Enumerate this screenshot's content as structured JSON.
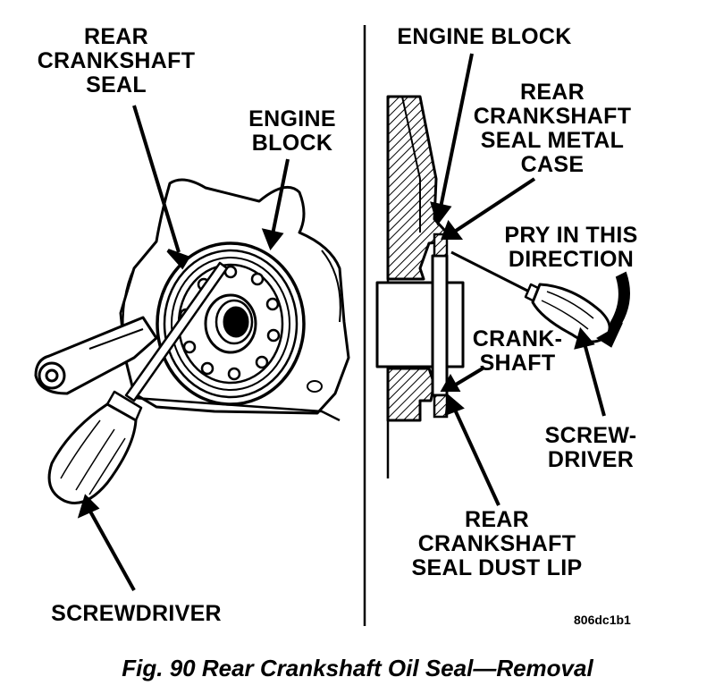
{
  "left_panel": {
    "rear_seal_label": [
      "REAR",
      "CRANKSHAFT",
      "SEAL"
    ],
    "engine_block_label": [
      "ENGINE",
      "BLOCK"
    ],
    "screwdriver_label": "SCREWDRIVER"
  },
  "right_panel": {
    "engine_block_label": "ENGINE BLOCK",
    "metal_case_label": [
      "REAR",
      "CRANKSHAFT",
      "SEAL METAL",
      "CASE"
    ],
    "pry_label": [
      "PRY IN THIS",
      "DIRECTION"
    ],
    "crankshaft_label": [
      "CRANK-",
      "SHAFT"
    ],
    "screwdriver_label": [
      "SCREW-",
      "DRIVER"
    ],
    "dust_lip_label": [
      "REAR",
      "CRANKSHAFT",
      "SEAL DUST LIP"
    ]
  },
  "figure_code": "806dc1b1",
  "caption": "Fig. 90 Rear Crankshaft Oil Seal—Removal"
}
